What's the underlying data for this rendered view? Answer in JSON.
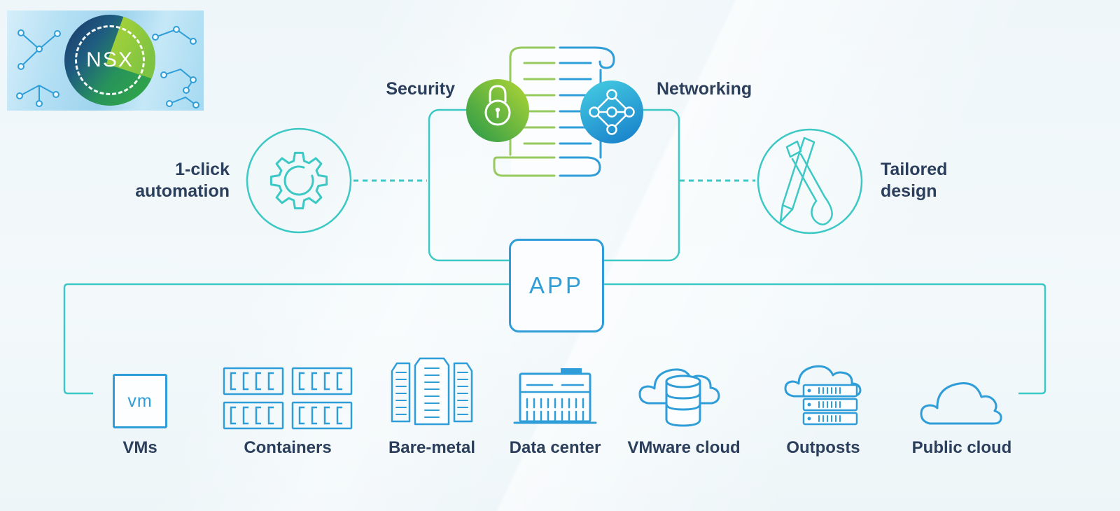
{
  "logo": {
    "text": "NSX"
  },
  "badges": {
    "security_label": "Security",
    "networking_label": "Networking"
  },
  "features": {
    "automation_label": "1-click\nautomation",
    "design_label": "Tailored\ndesign"
  },
  "app": {
    "label": "APP"
  },
  "platforms": [
    {
      "label": "VMs",
      "icon": "vm-square-icon",
      "icon_text": "vm"
    },
    {
      "label": "Containers",
      "icon": "containers-icon"
    },
    {
      "label": "Bare-metal",
      "icon": "bare-metal-servers-icon"
    },
    {
      "label": "Data center",
      "icon": "data-center-building-icon"
    },
    {
      "label": "VMware cloud",
      "icon": "cloud-database-icon"
    },
    {
      "label": "Outposts",
      "icon": "cloud-servers-icon"
    },
    {
      "label": "Public cloud",
      "icon": "cloud-icon"
    }
  ],
  "icon_names": {
    "security": "lock-icon",
    "networking": "network-nodes-icon",
    "automation": "gear-icon",
    "design": "pencil-and-brush-icon"
  },
  "colors": {
    "teal_line": "#3cc8c5",
    "blue_line": "#2f9ed8",
    "navy_text": "#2b3f5c",
    "scroll_green": "#96c95e",
    "badge_green_start": "#2e9c48",
    "badge_green_end": "#aad336",
    "badge_blue_start": "#41c6e0",
    "badge_blue_end": "#1b85cc",
    "logo_navy": "#1c3e6d",
    "logo_green": "#2fa24b",
    "logo_lime": "#a6ce39",
    "logo_sky": "#b5e0f4"
  }
}
